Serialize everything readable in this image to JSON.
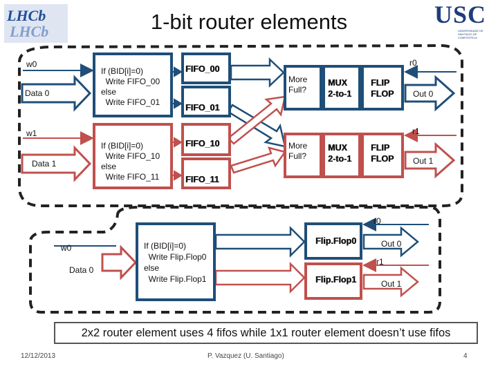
{
  "title": "1-bit router elements",
  "logos": {
    "left": "LHCb",
    "left_mirror": "LHCb",
    "right": "USC",
    "right_small": "UNIVERSIDADE DE SANTIAGO DE COMPOSTELA"
  },
  "top_diagram": {
    "row0": {
      "w": "w0",
      "data": "Data 0",
      "code": "If (BID[i]=0)\n  Write FIFO_00\nelse\n  Write FIFO_01",
      "fifo_a": "FIFO_00",
      "fifo_b": "FIFO_01",
      "more": "More\nFull?",
      "mux": "MUX\n2-to-1",
      "flip": "FLIP\nFLOP",
      "r": "r0",
      "out": "Out 0"
    },
    "row1": {
      "w": "w1",
      "data": "Data 1",
      "code": "If (BID[i]=0)\n  Write FIFO_10\nelse\n  Write FIFO_11",
      "fifo_a": "FIFO_10",
      "fifo_b": "FIFO_11",
      "more": "More\nFull?",
      "mux": "MUX\n2-to-1",
      "flip": "FLIP\nFLOP",
      "r": "r1",
      "out": "Out 1"
    }
  },
  "bottom_diagram": {
    "w": "w0",
    "data": "Data 0",
    "code": "If (BID[i]=0)\n  Write Flip.Flop0\nelse\n  Write Flip.Flop1",
    "ff0": "Flip.Flop0",
    "ff1": "Flip.Flop1",
    "r0": "r0",
    "out0": "Out 0",
    "r1": "r1",
    "out1": "Out 1"
  },
  "caption": "2x2 router element uses 4 fifos while 1x1 router element doesn’t use fifos",
  "footer": {
    "date": "12/12/2013",
    "author": "P. Vazquez (U. Santiago)",
    "page": "4"
  },
  "colors": {
    "blue": "#1f4e79",
    "red": "#c0504d"
  }
}
